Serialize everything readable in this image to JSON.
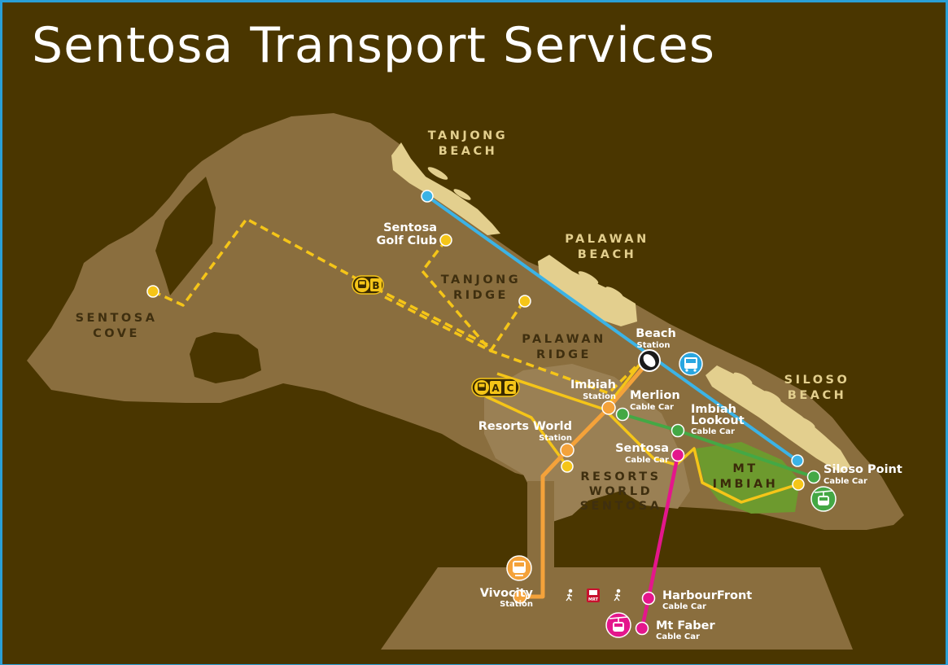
{
  "title": "Sentosa Transport Services",
  "areas": {
    "tanjong_beach": [
      "TANJONG",
      "BEACH"
    ],
    "palawan_beach": [
      "PALAWAN",
      "BEACH"
    ],
    "siloso_beach": [
      "SILOSO",
      "BEACH"
    ],
    "sentosa_cove": [
      "SENTOSA",
      "COVE"
    ],
    "tanjong_ridge": [
      "TANJONG",
      "RIDGE"
    ],
    "palawan_ridge": [
      "PALAWAN",
      "RIDGE"
    ],
    "resorts_world_sentosa": [
      "RESORTS",
      "WORLD",
      "SENTOSA"
    ],
    "mt_imbiah": [
      "MT",
      "IMBIAH"
    ]
  },
  "stations": {
    "sentosa_golf_club": [
      "Sentosa",
      "Golf Club"
    ],
    "beach": {
      "name": "Beach",
      "type": "Station"
    },
    "imbiah": {
      "name": "Imbiah",
      "type": "Station"
    },
    "merlion": {
      "name": "Merlion",
      "type": "Cable Car"
    },
    "imbiah_lookout": {
      "name": [
        "Imbiah",
        "Lookout"
      ],
      "type": "Cable Car"
    },
    "resorts_world": {
      "name": "Resorts World",
      "type": "Station"
    },
    "sentosa_cable": {
      "name": "Sentosa",
      "type": "Cable Car"
    },
    "siloso_point": {
      "name": "Siloso Point",
      "type": "Cable Car"
    },
    "vivocity": {
      "name": "Vivocity",
      "type": "Station"
    },
    "harbourfront": {
      "name": "HarbourFront",
      "type": "Cable Car"
    },
    "mt_faber": {
      "name": "Mt Faber",
      "type": "Cable Car"
    }
  },
  "bus_badges": {
    "b": "B",
    "a": "A",
    "c": "C"
  },
  "mrt_badge": "MRT",
  "icons": [
    "bus-icon",
    "monorail-icon",
    "cable-car-icon",
    "walk-icon",
    "mrt-icon"
  ],
  "colors": {
    "background": "#4a3600",
    "land": "#8a6e3e",
    "land_light": "#9a8054",
    "sand": "#e3cf8e",
    "bus_line": "#f5c518",
    "monorail_line": "#f4a23a",
    "beach_tram_line": "#3bb3e6",
    "cable_car_imbiah_line": "#44a845",
    "cable_car_faber_line": "#e4168c",
    "border": "#2a9fd6"
  }
}
